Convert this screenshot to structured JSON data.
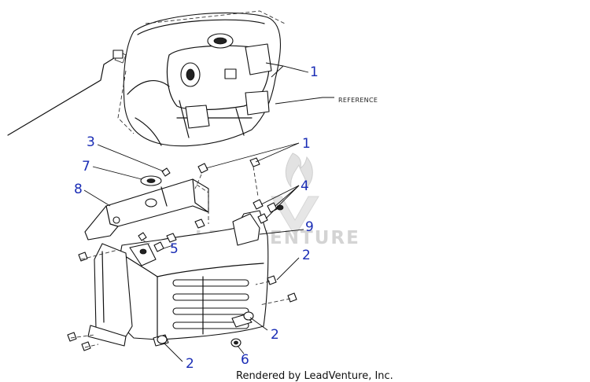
{
  "callouts": [
    {
      "id": "c1a",
      "label": "1"
    },
    {
      "id": "c1b",
      "label": "1"
    },
    {
      "id": "c2a",
      "label": "2"
    },
    {
      "id": "c2b",
      "label": "2"
    },
    {
      "id": "c2c",
      "label": "2"
    },
    {
      "id": "c3",
      "label": "3"
    },
    {
      "id": "c4",
      "label": "4"
    },
    {
      "id": "c5",
      "label": "5"
    },
    {
      "id": "c6",
      "label": "6"
    },
    {
      "id": "c7",
      "label": "7"
    },
    {
      "id": "c8",
      "label": "8"
    },
    {
      "id": "c9",
      "label": "9"
    }
  ],
  "reference_label": "REFERENCE",
  "watermark": "LEADVENTURE",
  "footer": "Rendered by LeadVenture, Inc.",
  "colors": {
    "callout": "#1a2db5",
    "line": "#111111",
    "watermark": "#d4d4d4"
  }
}
